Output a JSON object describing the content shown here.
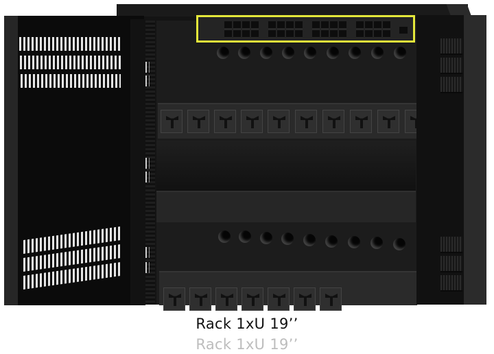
{
  "image": {
    "subject": "Black wall-mount network cabinet with open doors",
    "highlight_color": "#e4e83a",
    "highlighted_component": "1U 19-inch patch panel",
    "patch_panel": {
      "port_groups": 4,
      "ports_per_group": 8
    },
    "cable_holes_top_row": 9,
    "cable_holes_middle_row": 9,
    "pdu_sockets_visible": 10
  },
  "captions": {
    "primary": "Rack 1xU 19’’",
    "secondary": "Rack 1xU 19’’"
  },
  "colors": {
    "cabinet": "#141414",
    "caption_primary": "#111111",
    "caption_secondary": "#bdbdbd"
  }
}
